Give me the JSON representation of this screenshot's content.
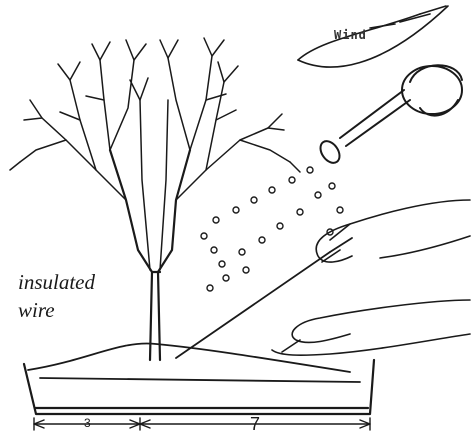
{
  "labels": {
    "wind": "Wind",
    "insulated_line1": "insulated",
    "insulated_line2": "wire",
    "dim_left": "3",
    "dim_right": "7"
  },
  "colors": {
    "ink": "#1a1a1a",
    "paper": "#ffffff"
  },
  "icons": {
    "watering_can": "watering-can-icon",
    "wind_arrow": "wind-arrow-icon",
    "hand_top": "hand-icon",
    "hand_bottom": "hand-icon"
  }
}
